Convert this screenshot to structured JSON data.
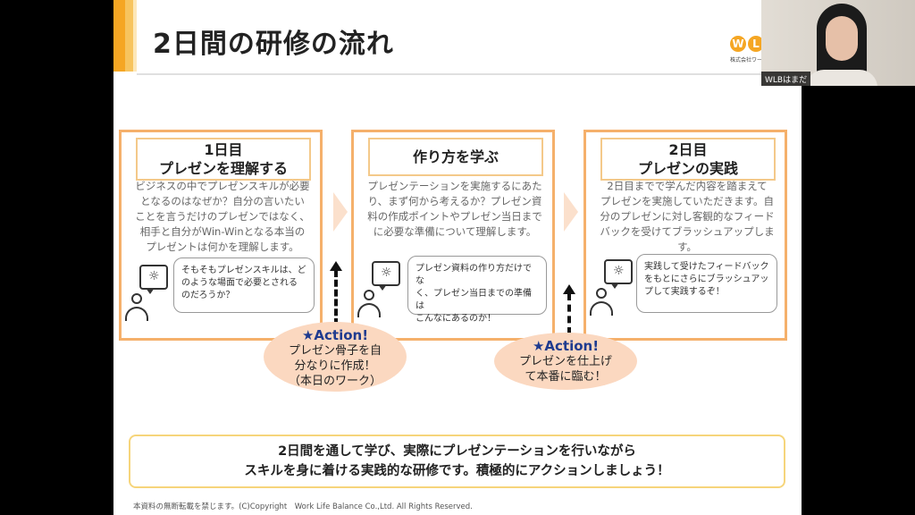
{
  "slide": {
    "title": "2日間の研修の流れ",
    "logo_mark_left": "W",
    "logo_mark_right": "L",
    "logo_sub": "株式会社ワーク・ライフ",
    "copyright": "本資料の無断転載を禁じます。(C)Copyright　Work Life Balance Co.,Ltd. All Rights Reserved."
  },
  "panels": [
    {
      "head_line1": "1日目",
      "head_line2": "プレゼンを理解する",
      "body": [
        "ビジネスの中でプレゼンスキルが必要",
        "となるのはなぜか？自分の言いたい",
        "ことを言うだけのプレゼンではなく、",
        "相手と自分がWin-Winとなる本当の",
        "プレゼントは何かを理解します。"
      ],
      "bubble": [
        "そもそもプレゼンスキルは、ど",
        "のような場面で必要とされる",
        "のだろうか？"
      ]
    },
    {
      "head_line1": "作り方を学ぶ",
      "body": [
        "プレゼンテーションを実施するにあた",
        "り、まず何から考えるか？プレゼン資",
        "料の作成ポイントやプレゼン当日まで",
        "に必要な準備について理解します。"
      ],
      "bubble": [
        "プレゼン資料の作り方だけでな",
        "く、プレゼン当日までの準備は",
        "こんなにあるのか！"
      ]
    },
    {
      "head_line1": "2日目",
      "head_line2": "プレゼンの実践",
      "body": [
        "2日目までで学んだ内容を踏まえて",
        "プレゼンを実施していただきます。自",
        "分のプレゼンに対し客観的なフィード",
        "バックを受けてブラッシュアップしま",
        "す。"
      ],
      "bubble": [
        "実践して受けたフィードバック",
        "をもとにさらにブラッシュアッ",
        "プして実践するぞ！"
      ]
    }
  ],
  "actions": [
    {
      "title": "★Action!",
      "lines": [
        "プレゼン骨子を自",
        "分なりに作成！",
        "（本日のワーク）"
      ]
    },
    {
      "title": "★Action!",
      "lines": [
        "プレゼンを仕上げ",
        "て本番に臨む！"
      ]
    }
  ],
  "summary": [
    "2日間を通して学び、実際にプレゼンテーションを行いながら",
    "スキルを身に着ける実践的な研修です。積極的にアクションしましょう！"
  ],
  "camera": {
    "participant_name": "WLBはまだ"
  },
  "colors": {
    "accent": "#f5a623",
    "panel_border": "#f5b06b",
    "action_fill": "#fbd8c0",
    "action_title": "#1f3b8f"
  }
}
